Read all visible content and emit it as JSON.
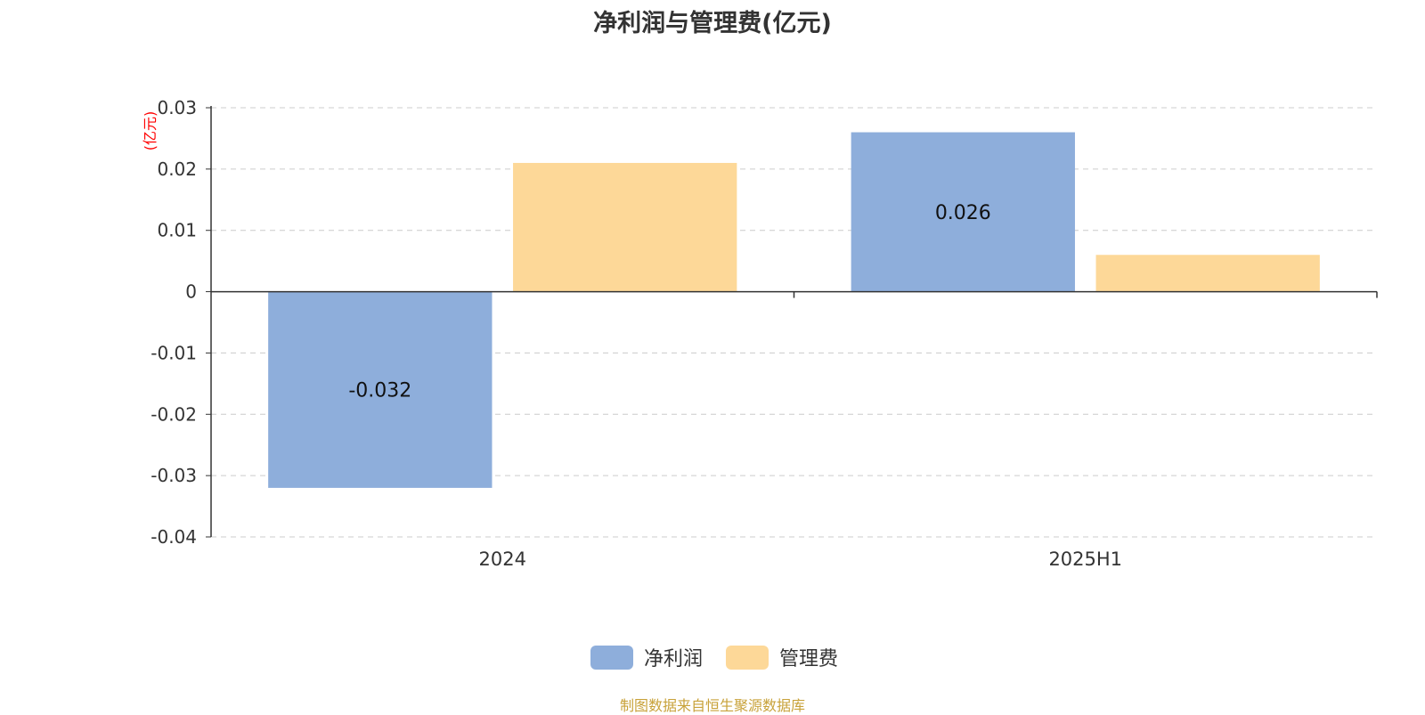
{
  "chart_data": {
    "type": "bar",
    "title": "净利润与管理费(亿元)",
    "ylabel": "(亿元)",
    "categories": [
      "2024",
      "2025H1"
    ],
    "series": [
      {
        "name": "净利润",
        "values": [
          -0.032,
          0.026
        ],
        "color": "#8eaedb",
        "data_labels": [
          "-0.032",
          "0.026"
        ]
      },
      {
        "name": "管理费",
        "values": [
          0.021,
          0.006
        ],
        "color": "#fdd898",
        "data_labels": [
          "",
          ""
        ]
      }
    ],
    "ylim": [
      -0.04,
      0.03
    ],
    "yticks": [
      "0.03",
      "0.02",
      "0.01",
      "0",
      "-0.01",
      "-0.02",
      "-0.03",
      "-0.04"
    ],
    "grid": true,
    "legend_position": "bottom-center"
  },
  "source": "制图数据来自恒生聚源数据库",
  "colors": {
    "axis": "#333333",
    "grid": "#cccccc",
    "ylabel": "#ff0000",
    "source": "#c8a23a"
  }
}
